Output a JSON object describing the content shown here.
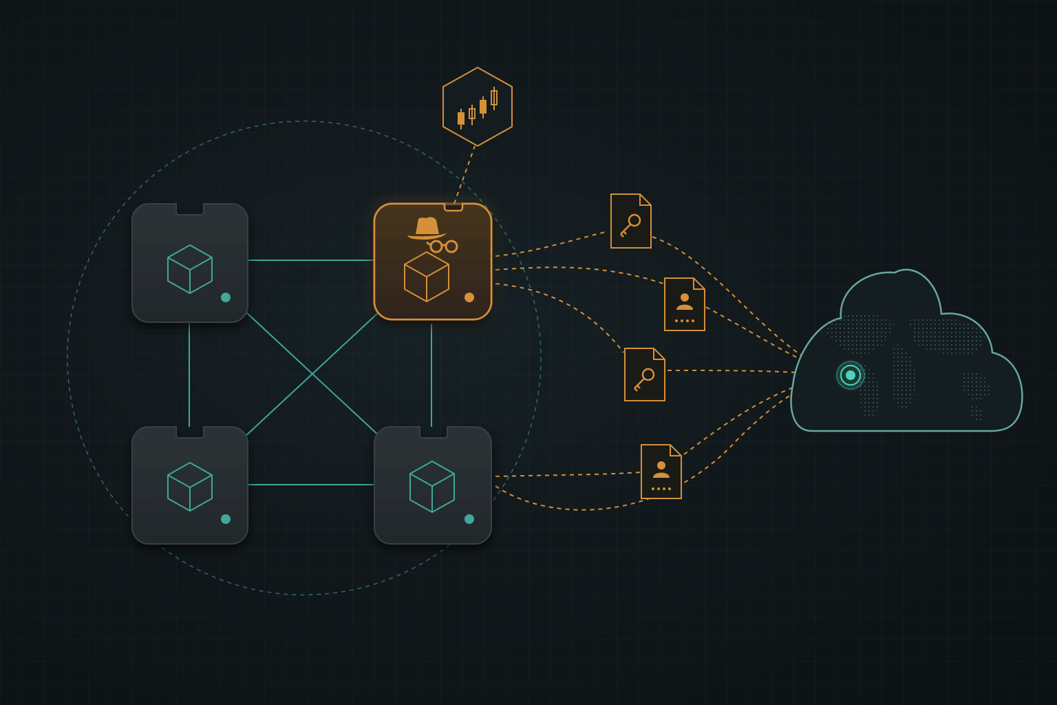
{
  "colors": {
    "background": "#11181b",
    "teal": "#3fa89a",
    "teal_bright": "#4fd1bd",
    "amber": "#d6903a",
    "amber_bright": "#f0a648",
    "node_fill": "#272d31",
    "node_stroke": "#3a4146",
    "compromised_fill": "#3a2d1f",
    "cloud_stroke": "#6aa6a0",
    "map_dots": "#3f5a5c"
  },
  "nodes": [
    {
      "id": "node-top-left",
      "icon": "cube-icon",
      "status": "healthy"
    },
    {
      "id": "node-top-right",
      "icon": "spy-cube-icon",
      "status": "compromised"
    },
    {
      "id": "node-bottom-left",
      "icon": "cube-icon",
      "status": "healthy"
    },
    {
      "id": "node-bottom-right",
      "icon": "cube-icon",
      "status": "healthy"
    }
  ],
  "market_hexagon": {
    "icon": "candlestick-chart-icon"
  },
  "documents": [
    {
      "id": "doc-key-1",
      "icon": "key-icon"
    },
    {
      "id": "doc-user-1",
      "icon": "user-id-icon"
    },
    {
      "id": "doc-key-2",
      "icon": "key-icon"
    },
    {
      "id": "doc-user-2",
      "icon": "user-id-icon"
    }
  ],
  "cloud": {
    "icon": "world-map-icon",
    "endpoint": "target-endpoint-icon"
  }
}
